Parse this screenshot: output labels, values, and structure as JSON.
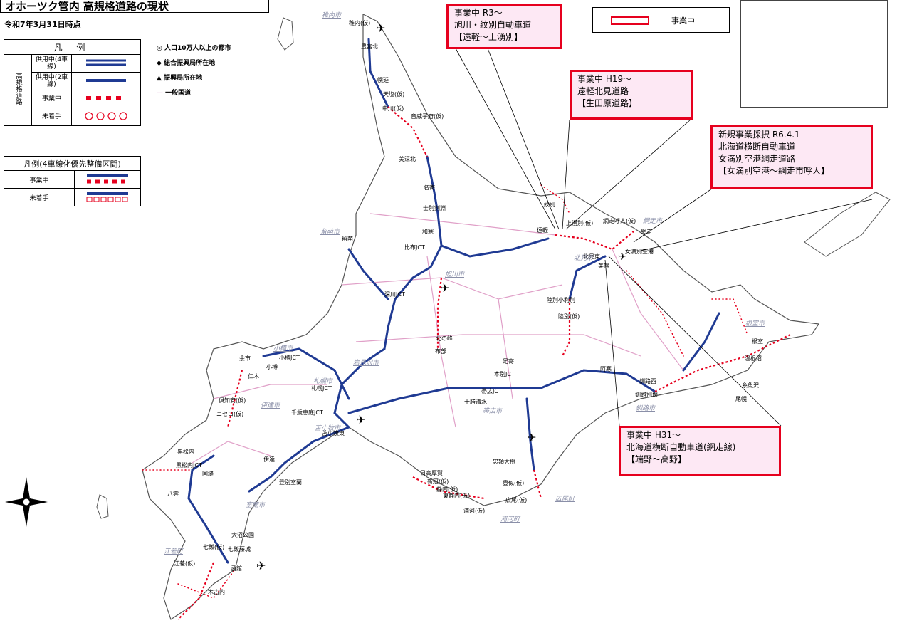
{
  "title": "オホーツク管内 高規格道路の現状",
  "as_of": "令和7年3月31日時点",
  "legend": {
    "header": "凡 例",
    "category": "高規格道路",
    "rows": [
      {
        "label": "供用中(4車線)",
        "style": "double-blue"
      },
      {
        "label": "供用中(2車線)",
        "style": "single-blue"
      },
      {
        "label": "事業中",
        "style": "red-squares"
      },
      {
        "label": "未着手",
        "style": "red-circles"
      }
    ]
  },
  "legend_priority": {
    "header": "凡例(4車線化優先整備区間)",
    "rows": [
      {
        "label": "事業中",
        "style": "blue-red-squares"
      },
      {
        "label": "未着手",
        "style": "blue-red-circles"
      }
    ]
  },
  "symbol_legend": [
    {
      "icon": "circle-icon",
      "label": "人口10万人以上の都市"
    },
    {
      "icon": "diamond-icon",
      "label": "総合振興局所在地"
    },
    {
      "icon": "triangle-icon",
      "label": "振興局所在地"
    },
    {
      "icon": "line-icon",
      "label": "一般国道"
    }
  ],
  "top_legend": {
    "label": "事業中"
  },
  "callouts": [
    {
      "lines": [
        "事業中 R3～",
        "旭川・紋別自動車道",
        "【遠軽～上湧別】"
      ]
    },
    {
      "lines": [
        "事業中 H19～",
        "遠軽北見道路",
        "【生田原道路】"
      ]
    },
    {
      "lines": [
        "新規事業採択 R6.4.1",
        "北海道横断自動車道",
        "女満別空港網走道路",
        "【女満別空港～網走市呼人】"
      ]
    },
    {
      "lines": [
        "事業中 H31～",
        "北海道横断自動車道(網走線)",
        "【端野～高野】"
      ]
    }
  ],
  "places": [
    "稚内(仮)",
    "豊富北",
    "幌延",
    "天塩(仮)",
    "中川(仮)",
    "音威子府(仮)",
    "美深北",
    "名寄",
    "士別剣淵",
    "和寒",
    "比布JCT",
    "留萌",
    "深川JCT",
    "北の峰",
    "布部",
    "余市",
    "小樽JCT",
    "小樽",
    "仁木",
    "倶知安(仮)",
    "ニセコ(仮)",
    "札幌JCT",
    "千歳恵庭JCT",
    "苫小牧東",
    "黒松内",
    "黒松内JCT",
    "国縫",
    "伊達",
    "登別室蘭",
    "八雲",
    "大沼公園",
    "七飯(仮)",
    "七飯藤城",
    "函館",
    "江差(仮)",
    "木古内",
    "日高厚賀",
    "新冠(仮)",
    "静内(仮)",
    "東静内(仮)",
    "浦河(仮)",
    "十勝清水",
    "帯広JCT",
    "足寄",
    "本別JCT",
    "陸別小利別",
    "陸別(仮)",
    "北見東",
    "美幌",
    "遠軽",
    "上湧別(仮)",
    "紋別",
    "網走呼人(仮)",
    "網走",
    "女満別空港",
    "阿寒",
    "釧路西",
    "釧路別保",
    "忠類大樹",
    "豊似(仮)",
    "広尾(仮)",
    "糸魚沢",
    "尾幌",
    "温根沼",
    "根室"
  ],
  "cities": [
    "稚内市",
    "留萌市",
    "旭川市",
    "北見市",
    "網走市",
    "根室市",
    "小樽市",
    "岩見沢市",
    "札幌市",
    "苫小牧市",
    "帯広市",
    "釧路市",
    "室蘭市",
    "江差町",
    "浦河町",
    "広尾町",
    "伊達市"
  ],
  "colors": {
    "callout_border": "#e6001e",
    "callout_fill": "#fde8f4",
    "road_blue": "#1f3a93",
    "road_red": "#e6001e",
    "national_road": "#e0a0c8",
    "land": "#ffffff",
    "coast": "#555555"
  }
}
